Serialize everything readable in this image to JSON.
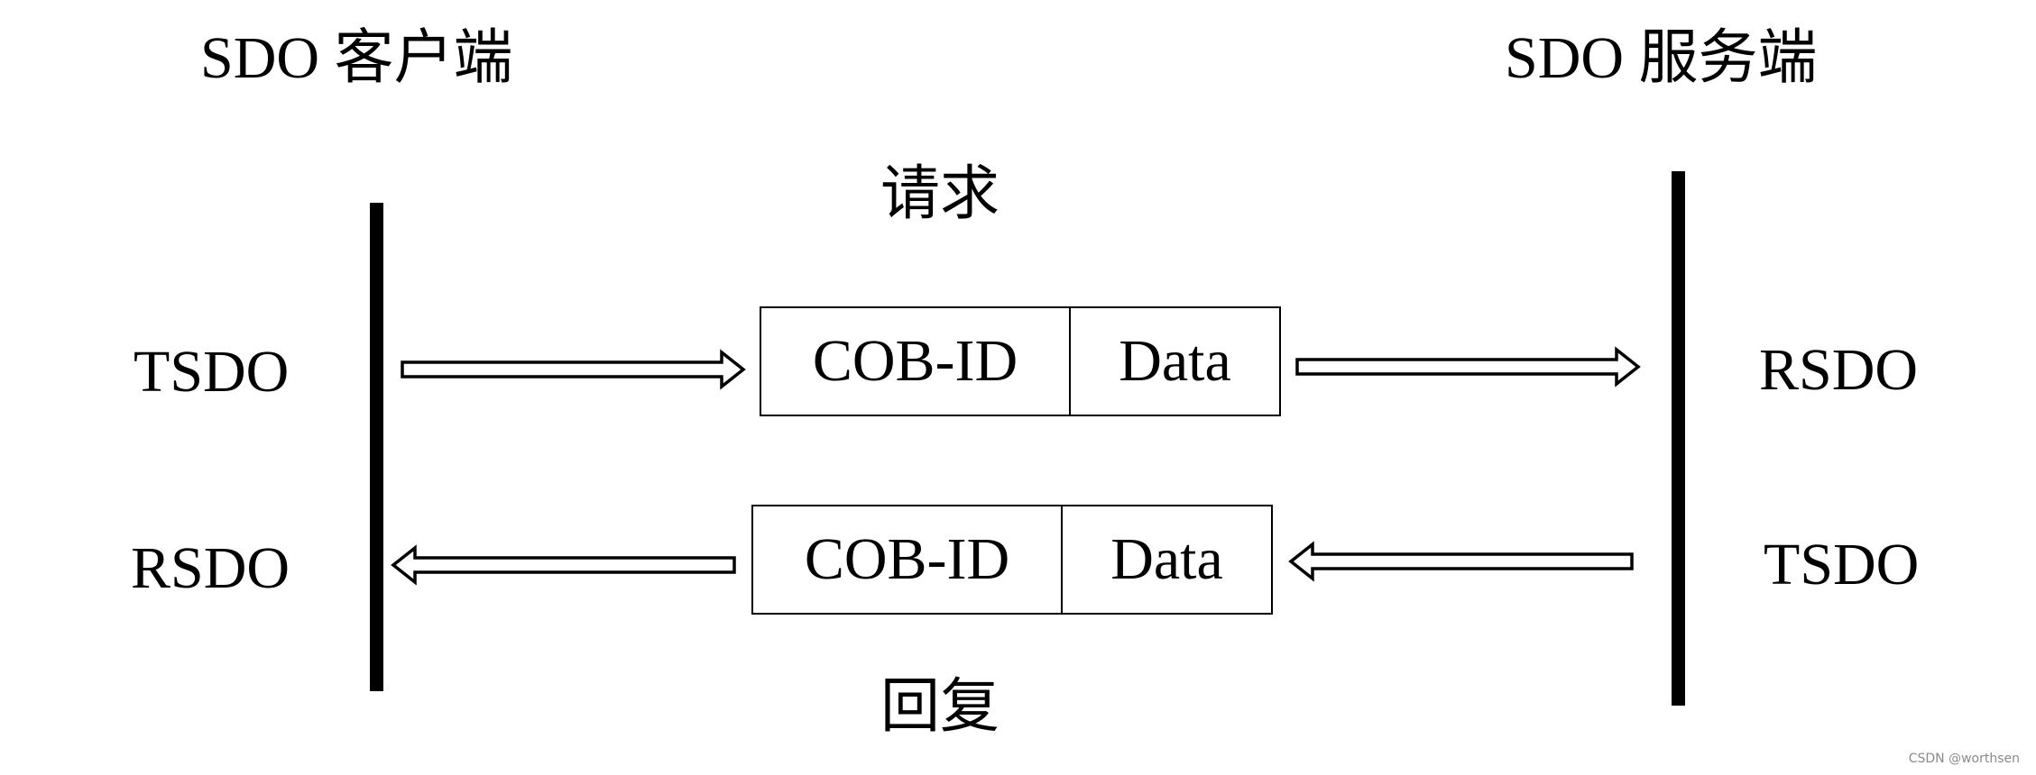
{
  "diagram": {
    "client_title": "SDO  客户端",
    "server_title": "SDO 服务端",
    "request_label": "请求",
    "reply_label": "回复",
    "client_top_endpoint": "TSDO",
    "client_bottom_endpoint": "RSDO",
    "server_top_endpoint": "RSDO",
    "server_bottom_endpoint": "TSDO",
    "request_packet": {
      "cob_id": "COB-ID",
      "data": "Data"
    },
    "reply_packet": {
      "cob_id": "COB-ID",
      "data": "Data"
    },
    "watermark": "CSDN @worthsen"
  }
}
